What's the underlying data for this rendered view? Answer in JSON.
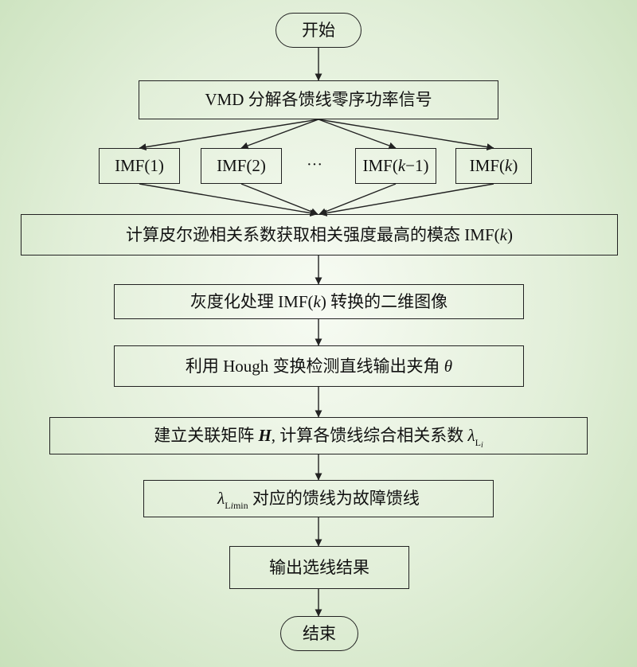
{
  "nodes": {
    "start": "开始",
    "vmd": "VMD 分解各馈线零序功率信号",
    "imf1": "IMF(1)",
    "imf2": "IMF(2)",
    "ellipsis": "···",
    "imfk1_prefix": "IMF(",
    "imfk1_var": "k",
    "imfk1_suffix": "−1)",
    "imfk_prefix": "IMF(",
    "imfk_var": "k",
    "imfk_suffix": ")",
    "pearson_text": "计算皮尔逊相关系数获取相关强度最高的模态 IMF(",
    "pearson_var": "k",
    "pearson_suffix": ")",
    "gray_prefix": "灰度化处理 IMF(",
    "gray_var": "k",
    "gray_suffix": ") 转换的二维图像",
    "hough_text": "利用 Hough 变换检测直线输出夹角 ",
    "hough_var": "θ",
    "matrix_prefix": "建立关联矩阵 ",
    "matrix_var": "H",
    "matrix_mid": ", 计算各馈线综合相关系数 ",
    "matrix_lambda": "λ",
    "matrix_sub": "L",
    "matrix_subi": "i",
    "lmin_lambda": "λ",
    "lmin_sub_l": "L",
    "lmin_sub_i": "i",
    "lmin_sub_min": "min",
    "lmin_text": " 对应的馈线为故障馈线",
    "output": "输出选线结果",
    "end": "结束"
  },
  "colors": {
    "background_center": "#f7fbf3",
    "background_edge": "#c9e1bb",
    "stroke": "#222222"
  }
}
